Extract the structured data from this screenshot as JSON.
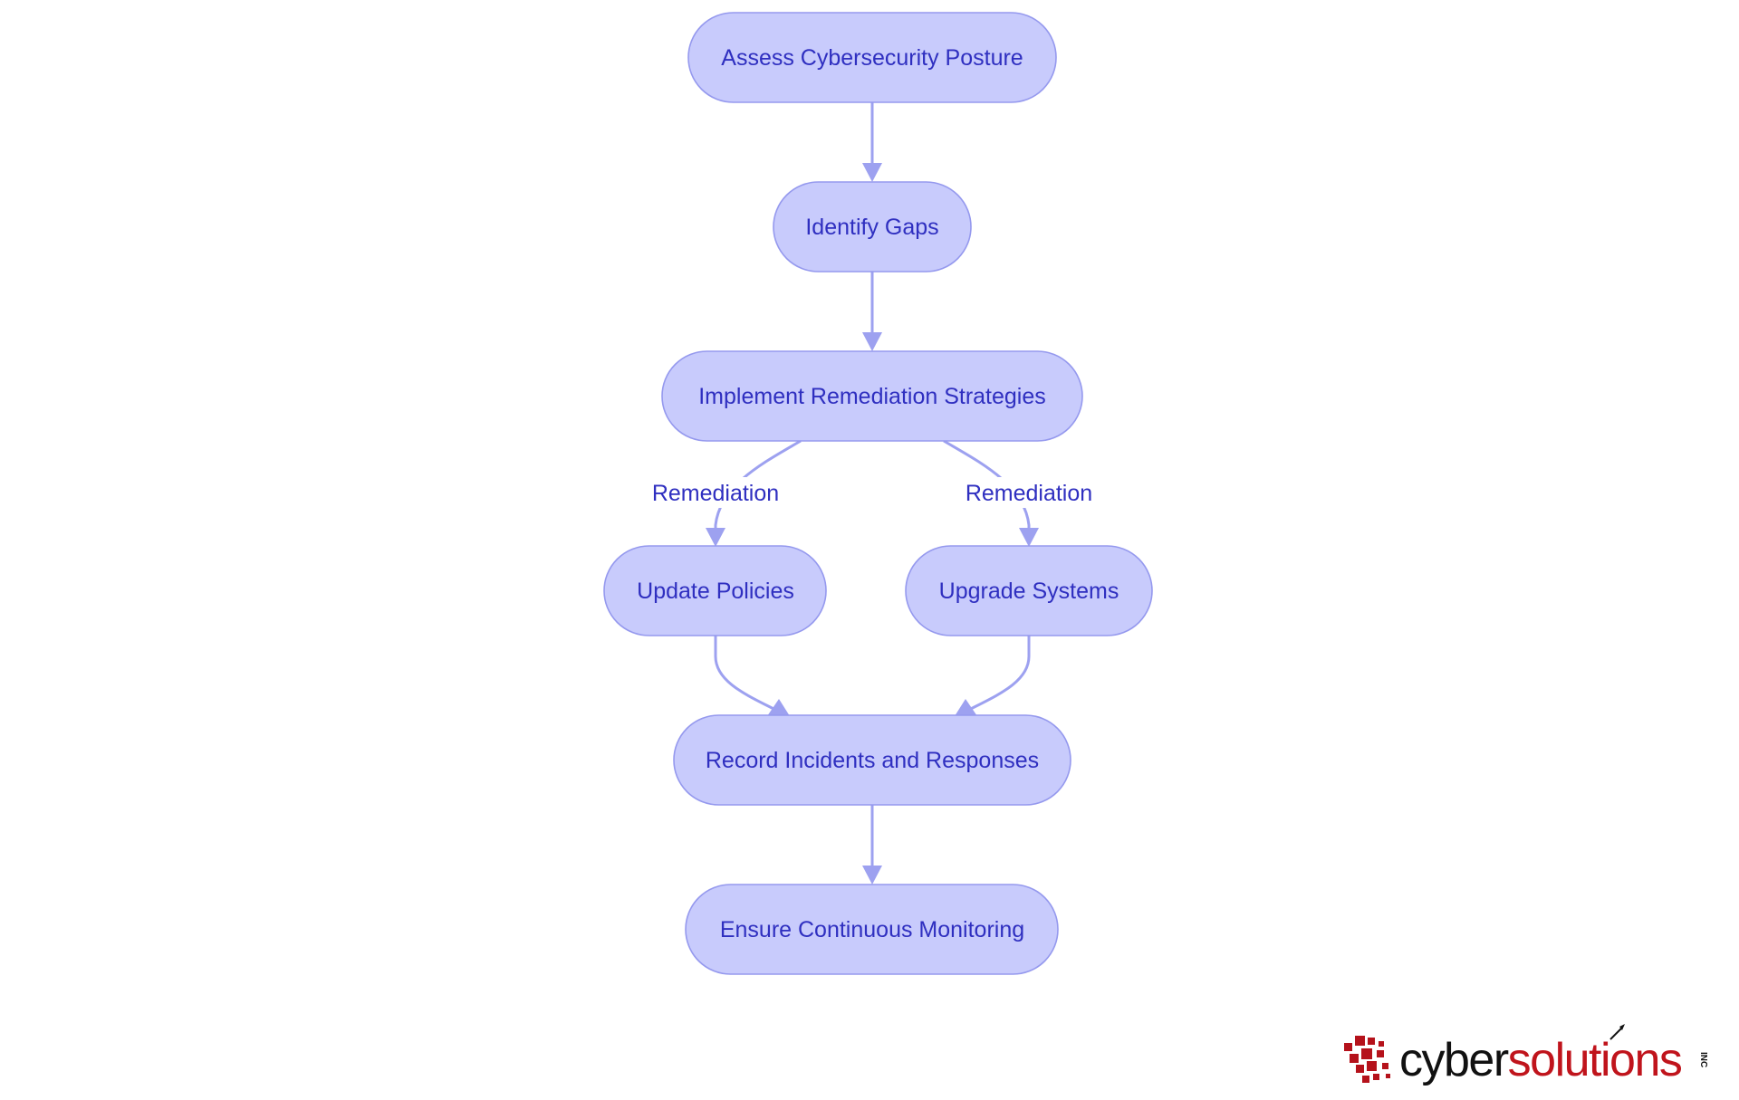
{
  "nodes": {
    "assess": "Assess Cybersecurity Posture",
    "identify": "Identify Gaps",
    "implement": "Implement Remediation Strategies",
    "update": "Update Policies",
    "upgrade": "Upgrade Systems",
    "record": "Record Incidents and Responses",
    "monitor": "Ensure Continuous Monitoring"
  },
  "edge_labels": {
    "implement_to_update": "Remediation",
    "implement_to_upgrade": "Remediation"
  },
  "logo": {
    "word_cyber": "cyber",
    "word_solutions": "solutions",
    "suffix": "INC"
  },
  "colors": {
    "node_fill": "#c8cbfc",
    "node_stroke": "#9599ee",
    "text": "#2f2fc0",
    "edge": "#9da1f0",
    "logo_red": "#c0141c"
  }
}
